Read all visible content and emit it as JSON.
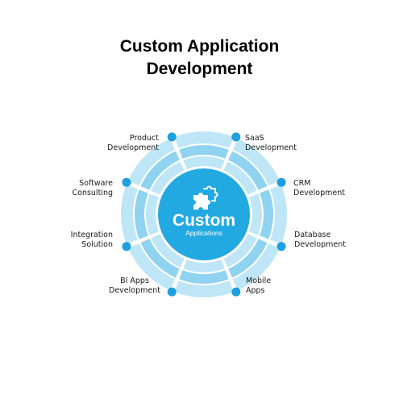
{
  "title": {
    "line1": "Custom Application",
    "line2": "Development"
  },
  "center": {
    "title": "Custom",
    "subtitle": "Applications",
    "icon": "puzzle-piece-icon"
  },
  "colors": {
    "ring_light": "#bfe6f7",
    "ring_mid": "#8fd3f0",
    "center": "#23a9e1",
    "dot": "#1e9fe0",
    "separator": "#ffffff"
  },
  "nodes": [
    {
      "id": "product-development",
      "line1": "Product",
      "line2": "Development"
    },
    {
      "id": "saas-development",
      "line1": "SaaS",
      "line2": "Development"
    },
    {
      "id": "crm-development",
      "line1": "CRM",
      "line2": "Development"
    },
    {
      "id": "database-development",
      "line1": "Database",
      "line2": "Development"
    },
    {
      "id": "mobile-apps",
      "line1": "Mobile",
      "line2": "Apps"
    },
    {
      "id": "bi-apps-development",
      "line1": "BI Apps",
      "line2": "Development"
    },
    {
      "id": "integration-solution",
      "line1": "Integration",
      "line2": "Solution"
    },
    {
      "id": "software-consulting",
      "line1": "Software",
      "line2": "Consulting"
    }
  ]
}
